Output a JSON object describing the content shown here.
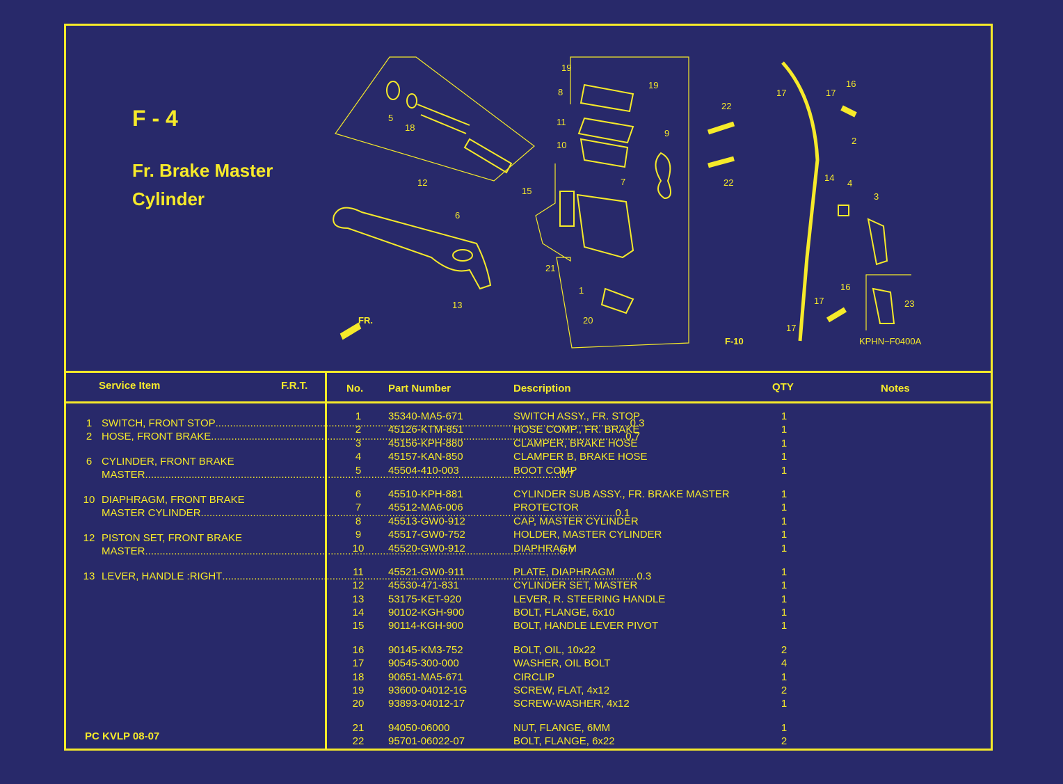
{
  "header": {
    "code": "F - 4",
    "name_line1": "Fr. Brake Master",
    "name_line2": "Cylinder"
  },
  "diagram": {
    "ref_code": "KPHN−F0400A",
    "fr_label": "FR.",
    "f10_label": "F-10",
    "callouts": [
      "19",
      "8",
      "19",
      "11",
      "10",
      "7",
      "9",
      "5",
      "18",
      "12",
      "6",
      "15",
      "21",
      "1",
      "20",
      "13",
      "17",
      "17",
      "16",
      "22",
      "2",
      "22",
      "14",
      "4",
      "3",
      "16",
      "17",
      "17",
      "23"
    ]
  },
  "service_panel": {
    "col_item": "Service Item",
    "col_frt": "F.R.T.",
    "items": [
      {
        "no": "1",
        "lines": [
          "SWITCH, FRONT STOP "
        ],
        "frt": "0.3"
      },
      {
        "no": "2",
        "lines": [
          "HOSE, FRONT BRAKE"
        ],
        "frt": "0.7"
      },
      {
        "no": "6",
        "lines": [
          "CYLINDER, FRONT BRAKE",
          "MASTER"
        ],
        "frt": "0.7"
      },
      {
        "no": "10",
        "lines": [
          "DIAPHRAGM, FRONT BRAKE",
          "MASTER CYLINDER "
        ],
        "frt": "0.1"
      },
      {
        "no": "12",
        "lines": [
          "PISTON SET, FRONT BRAKE",
          "MASTER"
        ],
        "frt": "0.7"
      },
      {
        "no": "13",
        "lines": [
          "LEVER, HANDLE :RIGHT "
        ],
        "frt": "0.3"
      }
    ],
    "footer_code": "PC KVLP 08-07"
  },
  "parts_table": {
    "headers": {
      "no": "No.",
      "part_number": "Part Number",
      "description": "Description",
      "qty": "QTY",
      "notes": "Notes"
    },
    "groups": [
      [
        {
          "no": "1",
          "pn": "35340-MA5-671",
          "desc": "SWITCH ASSY., FR. STOP",
          "qty": "1"
        },
        {
          "no": "2",
          "pn": "45126-KTM-851",
          "desc": "HOSE COMP., FR. BRAKE",
          "qty": "1"
        },
        {
          "no": "3",
          "pn": "45156-KPH-880",
          "desc": "CLAMPER, BRAKE HOSE",
          "qty": "1"
        },
        {
          "no": "4",
          "pn": "45157-KAN-850",
          "desc": "CLAMPER B, BRAKE HOSE",
          "qty": "1"
        },
        {
          "no": "5",
          "pn": "45504-410-003",
          "desc": "BOOT COMP",
          "qty": "1"
        }
      ],
      [
        {
          "no": "6",
          "pn": "45510-KPH-881",
          "desc": "CYLINDER SUB ASSY., FR. BRAKE MASTER",
          "qty": "1"
        },
        {
          "no": "7",
          "pn": "45512-MA6-006",
          "desc": "PROTECTOR",
          "qty": "1"
        },
        {
          "no": "8",
          "pn": "45513-GW0-912",
          "desc": "CAP, MASTER CYLINDER",
          "qty": "1"
        },
        {
          "no": "9",
          "pn": "45517-GW0-752",
          "desc": "HOLDER, MASTER CYLINDER",
          "qty": "1"
        },
        {
          "no": "10",
          "pn": "45520-GW0-912",
          "desc": "DIAPHRAGM",
          "qty": "1"
        }
      ],
      [
        {
          "no": "11",
          "pn": "45521-GW0-911",
          "desc": "PLATE, DIAPHRAGM",
          "qty": "1"
        },
        {
          "no": "12",
          "pn": "45530-471-831",
          "desc": "CYLINDER SET, MASTER",
          "qty": "1"
        },
        {
          "no": "13",
          "pn": "53175-KET-920",
          "desc": "LEVER, R. STEERING HANDLE",
          "qty": "1"
        },
        {
          "no": "14",
          "pn": "90102-KGH-900",
          "desc": "BOLT, FLANGE, 6x10",
          "qty": "1"
        },
        {
          "no": "15",
          "pn": "90114-KGH-900",
          "desc": "BOLT, HANDLE LEVER PIVOT",
          "qty": "1"
        }
      ],
      [
        {
          "no": "16",
          "pn": "90145-KM3-752",
          "desc": "BOLT, OIL, 10x22",
          "qty": "2"
        },
        {
          "no": "17",
          "pn": "90545-300-000",
          "desc": "WASHER, OIL BOLT",
          "qty": "4"
        },
        {
          "no": "18",
          "pn": "90651-MA5-671",
          "desc": "CIRCLIP",
          "qty": "1"
        },
        {
          "no": "19",
          "pn": "93600-04012-1G",
          "desc": "SCREW, FLAT, 4x12",
          "qty": "2"
        },
        {
          "no": "20",
          "pn": "93893-04012-17",
          "desc": "SCREW-WASHER, 4x12",
          "qty": "1"
        }
      ],
      [
        {
          "no": "21",
          "pn": "94050-06000",
          "desc": "NUT, FLANGE, 6MM",
          "qty": "1"
        },
        {
          "no": "22",
          "pn": "95701-06022-07",
          "desc": "BOLT, FLANGE, 6x22",
          "qty": "2"
        }
      ]
    ]
  },
  "colors": {
    "background": "#28296a",
    "ink": "#f6ea2a"
  }
}
